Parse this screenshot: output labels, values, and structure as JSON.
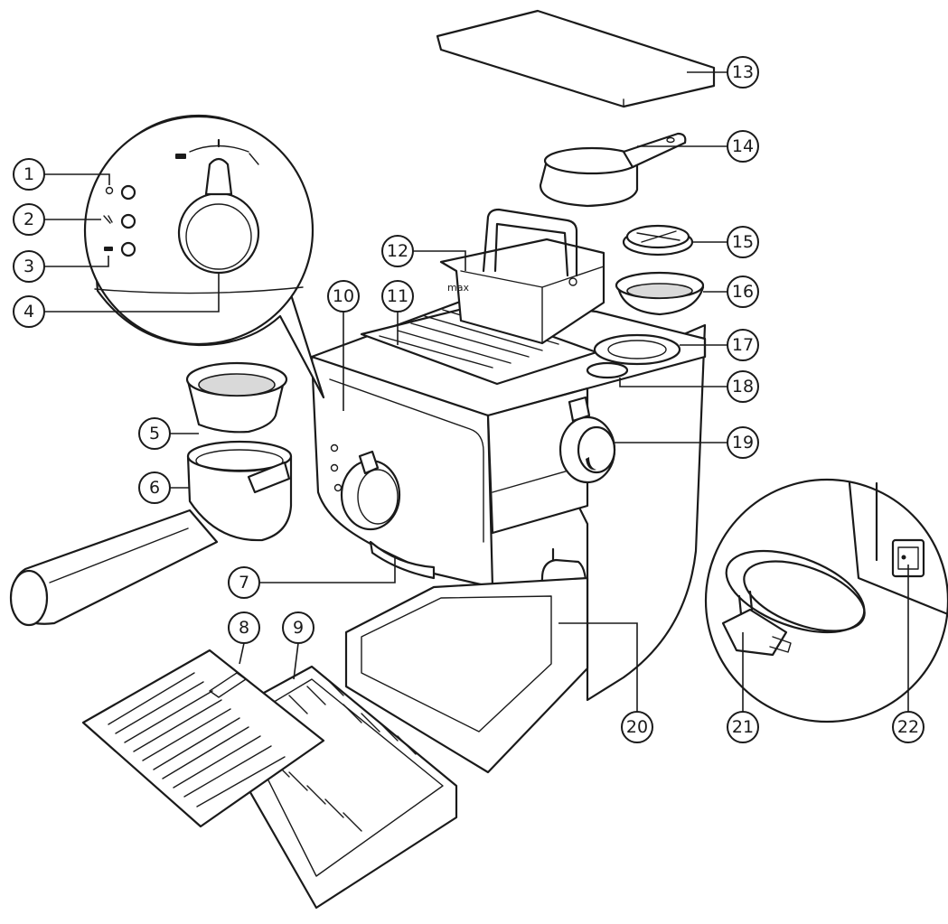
{
  "diagram": {
    "tank_marking": "max",
    "callouts": [
      {
        "id": "1",
        "label": "1"
      },
      {
        "id": "2",
        "label": "2"
      },
      {
        "id": "3",
        "label": "3"
      },
      {
        "id": "4",
        "label": "4"
      },
      {
        "id": "5",
        "label": "5"
      },
      {
        "id": "6",
        "label": "6"
      },
      {
        "id": "7",
        "label": "7"
      },
      {
        "id": "8",
        "label": "8"
      },
      {
        "id": "9",
        "label": "9"
      },
      {
        "id": "10",
        "label": "10"
      },
      {
        "id": "11",
        "label": "11"
      },
      {
        "id": "12",
        "label": "12"
      },
      {
        "id": "13",
        "label": "13"
      },
      {
        "id": "14",
        "label": "14"
      },
      {
        "id": "15",
        "label": "15"
      },
      {
        "id": "16",
        "label": "16"
      },
      {
        "id": "17",
        "label": "17"
      },
      {
        "id": "18",
        "label": "18"
      },
      {
        "id": "19",
        "label": "19"
      },
      {
        "id": "20",
        "label": "20"
      },
      {
        "id": "21",
        "label": "21"
      },
      {
        "id": "22",
        "label": "22"
      }
    ]
  }
}
